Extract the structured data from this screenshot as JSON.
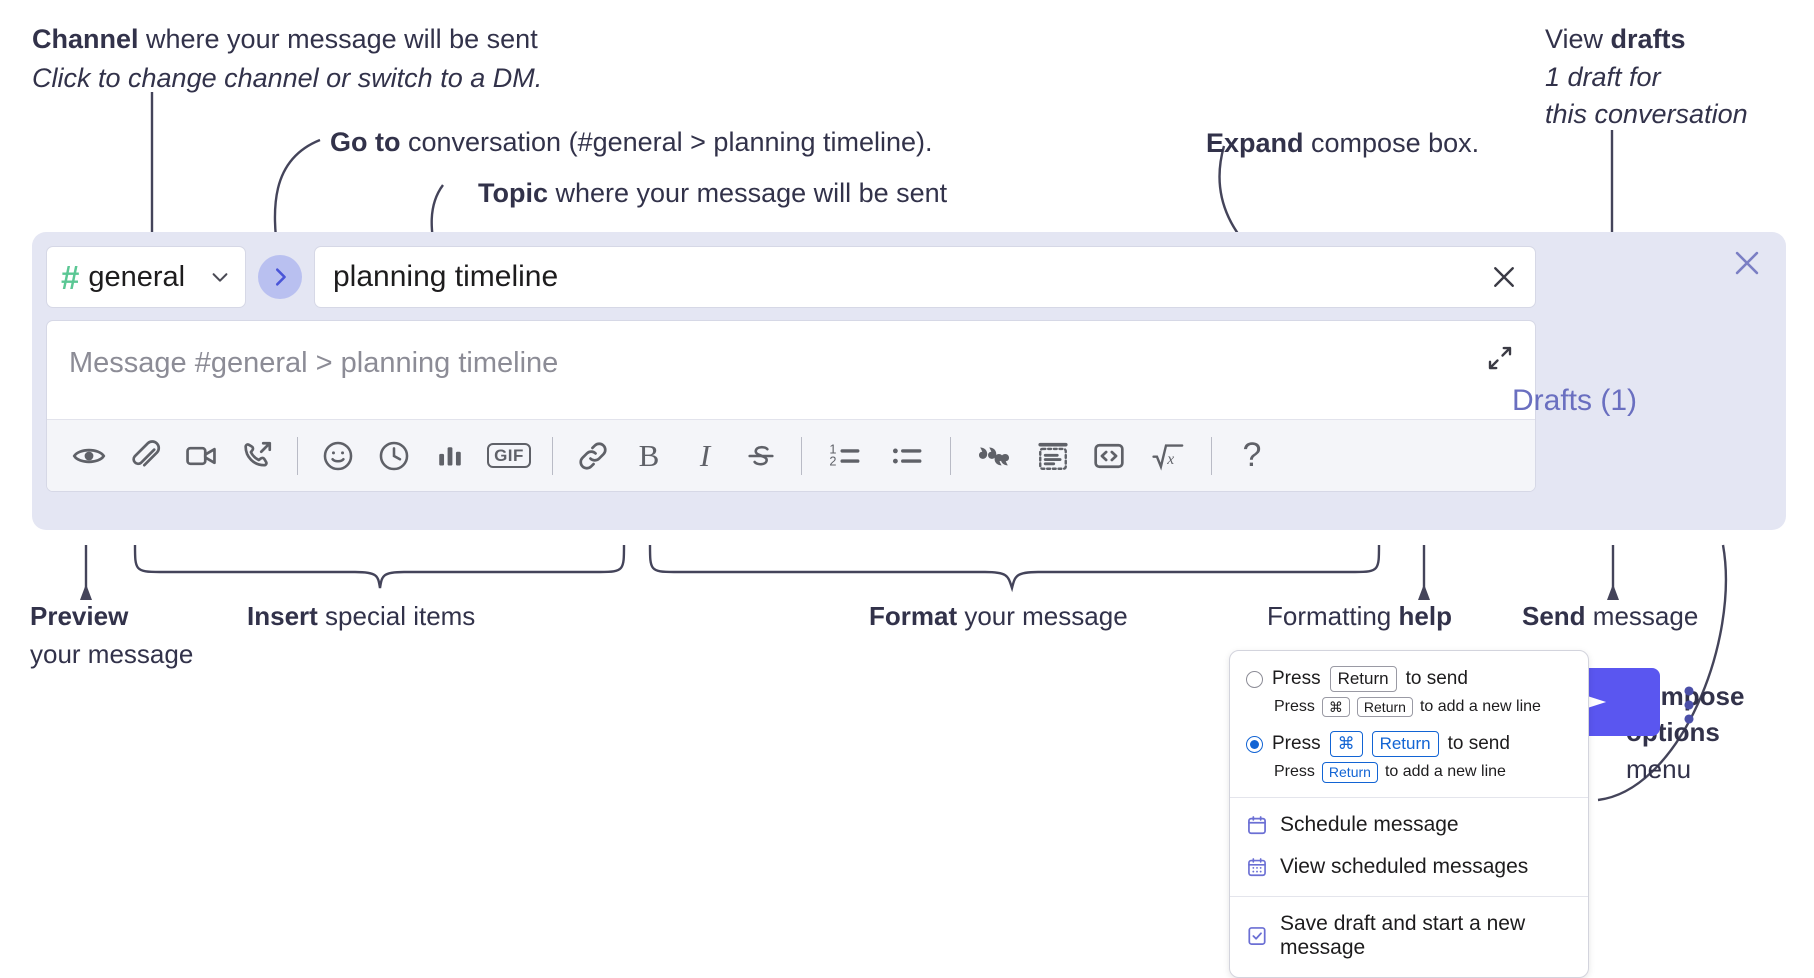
{
  "annotations": {
    "channel": {
      "bold": "Channel",
      "rest": " where your message will be sent",
      "italic": "Click to change channel or switch to a DM."
    },
    "goto": {
      "bold": "Go to",
      "rest": " conversation (#general > planning timeline)."
    },
    "topic": {
      "bold": "Topic",
      "rest": " where your message will be sent"
    },
    "expand": {
      "bold": "Expand",
      "rest": " compose box."
    },
    "drafts": {
      "lead": "View ",
      "bold": "drafts",
      "italic1": "1 draft for",
      "italic2": "this conversation"
    },
    "preview": {
      "bold": "Preview",
      "line2": "your message"
    },
    "insert": {
      "bold": "Insert",
      "rest": " special items"
    },
    "format": {
      "bold": "Format",
      "rest": " your message"
    },
    "help": {
      "lead": "Formatting ",
      "bold": "help"
    },
    "send": {
      "bold": "Send",
      "rest": " message"
    },
    "compose_options": {
      "bold1": "Compose",
      "bold2": "options",
      "rest": "menu"
    }
  },
  "compose": {
    "channel": {
      "hash": "#",
      "name": "general",
      "icon": "chevron-down-icon"
    },
    "goto_icon": "chevron-right-icon",
    "topic": {
      "value": "planning timeline",
      "clear_icon": "close-icon"
    },
    "message": {
      "placeholder": "Message #general > planning timeline",
      "expand_icon": "expand-arrows-icon"
    },
    "close_icon": "close-icon",
    "drafts_label": "Drafts (1)",
    "send_icon": "send-paper-plane-icon",
    "options_icon": "kebab-menu-icon",
    "toolbar": [
      {
        "name": "preview-icon",
        "label": "Preview"
      },
      {
        "name": "attachment-icon",
        "label": "Attach file"
      },
      {
        "name": "video-camera-icon",
        "label": "Video clip"
      },
      {
        "name": "audio-call-icon",
        "label": "Audio clip"
      },
      {
        "name": "divider",
        "label": ""
      },
      {
        "name": "emoji-icon",
        "label": "Emoji"
      },
      {
        "name": "clock-icon",
        "label": "Schedule"
      },
      {
        "name": "poll-icon",
        "label": "Poll"
      },
      {
        "name": "gif-icon",
        "label": "GIF"
      },
      {
        "name": "divider",
        "label": ""
      },
      {
        "name": "link-icon",
        "label": "Link"
      },
      {
        "name": "bold-icon",
        "label": "B"
      },
      {
        "name": "italic-icon",
        "label": "I"
      },
      {
        "name": "strikethrough-icon",
        "label": "S"
      },
      {
        "name": "divider",
        "label": ""
      },
      {
        "name": "ordered-list-icon",
        "label": "Ordered list"
      },
      {
        "name": "bulleted-list-icon",
        "label": "Bulleted list"
      },
      {
        "name": "divider",
        "label": ""
      },
      {
        "name": "blockquote-icon",
        "label": "Blockquote"
      },
      {
        "name": "code-block-icon",
        "label": "Code block"
      },
      {
        "name": "inline-code-icon",
        "label": "Code"
      },
      {
        "name": "math-icon",
        "label": "Math"
      },
      {
        "name": "divider",
        "label": ""
      },
      {
        "name": "help-icon",
        "label": "?"
      }
    ]
  },
  "menu": {
    "option1": {
      "selected": false,
      "press": "Press",
      "key": "Return",
      "tail": "to send",
      "sub_press": "Press",
      "sub_key1": "⌘",
      "sub_key2": "Return",
      "sub_tail": "to add a new line"
    },
    "option2": {
      "selected": true,
      "press": "Press",
      "key1": "⌘",
      "key2": "Return",
      "tail": "to send",
      "sub_press": "Press",
      "sub_key": "Return",
      "sub_tail": "to add a new line"
    },
    "items": [
      {
        "icon": "calendar-schedule-icon",
        "label": "Schedule message"
      },
      {
        "icon": "calendar-grid-icon",
        "label": "View scheduled messages"
      },
      {
        "icon": "save-draft-icon",
        "label": "Save draft and start a new message"
      }
    ]
  },
  "colors": {
    "accent": "#5a56f0",
    "panel": "#e4e6f3",
    "hash_green": "#5bc794",
    "drafts_purple": "#6a6fc0",
    "key_blue": "#1264d4"
  }
}
